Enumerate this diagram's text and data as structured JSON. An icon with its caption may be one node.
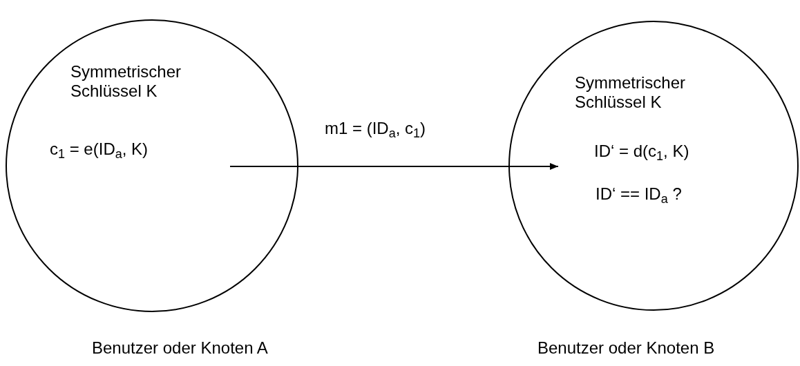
{
  "diagram": {
    "nodes": [
      {
        "text": [
          "Symmetrischer Schlüssel K",
          "c$_{1}$ = e(ID$_{a}$, K)"
        ],
        "beside": [
          "Benutzer oder Knoten A"
        ]
      },
      {
        "text": [
          "Symmetrischer Schlüssel K",
          "ID‘ = d(c$_{1}$, K)",
          "ID‘ == ID$_{a}$ ?"
        ],
        "beside": [
          "Benutzer oder Knoten B"
        ]
      }
    ],
    "edges": [
      {
        "from": 0,
        "to": 1,
        "arrow": "to",
        "label": "m1 = (ID$_{a}$, c$_{1}$)"
      }
    ]
  }
}
